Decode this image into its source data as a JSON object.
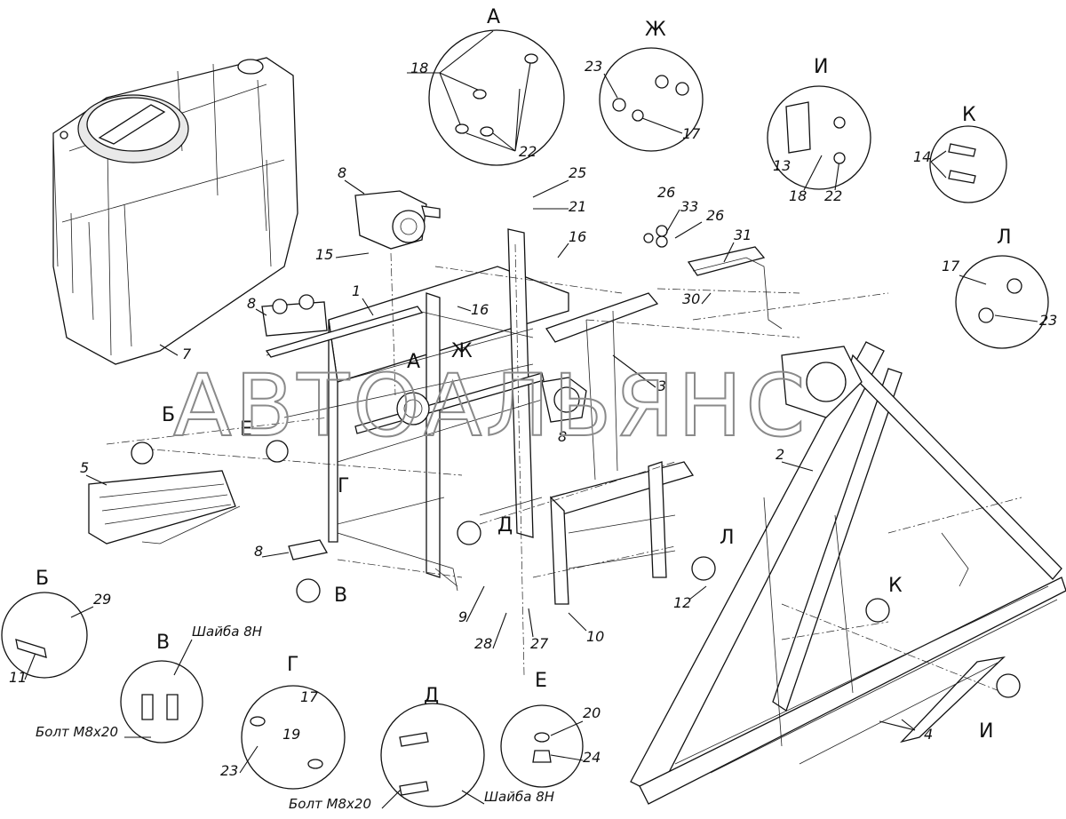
{
  "watermark": "АВТОАЛЬЯНС",
  "callouts": {
    "c1": "1",
    "c2": "2",
    "c3": "3",
    "c4": "4",
    "c5": "5",
    "c7": "7",
    "c8a": "8",
    "c8b": "8",
    "c8c": "8",
    "c8d": "8",
    "c9": "9",
    "c10": "10",
    "c12": "12",
    "c15": "15",
    "c16a": "16",
    "c16b": "16",
    "c21": "21",
    "c25": "25",
    "c26a": "26",
    "c26b": "26",
    "c27": "27",
    "c28": "28",
    "c30": "30",
    "c31": "31",
    "c33": "33"
  },
  "view_markers": {
    "A": "А",
    "Zh": "Ж",
    "E": "Е",
    "B": "Б",
    "G": "Г",
    "V": "В",
    "D": "Д",
    "L": "Л",
    "K": "К",
    "I": "И"
  },
  "details": {
    "A": {
      "title": "А",
      "labels": [
        "18",
        "22"
      ]
    },
    "Zh": {
      "title": "Ж",
      "labels": [
        "23",
        "17"
      ]
    },
    "I": {
      "title": "И",
      "labels": [
        "13",
        "18",
        "22"
      ]
    },
    "K": {
      "title": "К",
      "labels": [
        "14"
      ]
    },
    "L": {
      "title": "Л",
      "labels": [
        "17",
        "23"
      ]
    },
    "B": {
      "title": "Б",
      "labels": [
        "29",
        "11"
      ]
    },
    "V": {
      "title": "В",
      "labels": [
        "Шайба 8Н",
        "Болт М8х20"
      ]
    },
    "G": {
      "title": "Г",
      "labels": [
        "17",
        "19",
        "23"
      ]
    },
    "D": {
      "title": "Д",
      "labels": [
        "Болт М8х20",
        "Шайба 8Н"
      ]
    },
    "E": {
      "title": "Е",
      "labels": [
        "20",
        "24"
      ]
    }
  }
}
